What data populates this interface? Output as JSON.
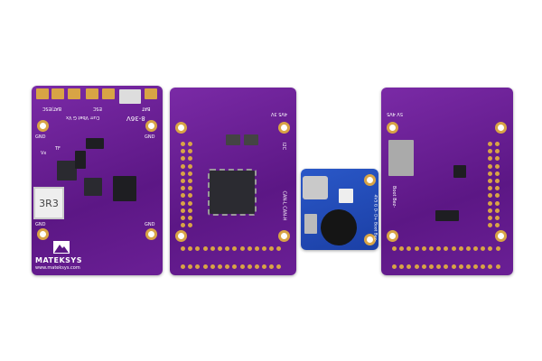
{
  "left_board": {
    "labels": {
      "bat_esc": "BAT/ESC",
      "esc": "ESC",
      "bat": "BAT",
      "voltage": "8-36V",
      "pads": "Curr Vbat G Vx",
      "tf": "TF",
      "vx": "Vx",
      "gnd": "GND",
      "inductor": "3R3"
    },
    "brand": "MATEKSYS",
    "url": "www.mateksys.com"
  },
  "middle_board": {
    "labels": {
      "can": "CAN-L CAN-H",
      "i2c": "I2C",
      "top": "4V5 3V"
    }
  },
  "usb_board": {
    "labels": {
      "pins": "4V5 G D- D+ Boot Bez-"
    }
  },
  "right_board": {
    "labels": {
      "top": "5V 4V5",
      "pins": "Boot Bez-"
    }
  },
  "colors": {
    "pcb_purple": "#6a1f95",
    "pcb_blue": "#1b3fa5",
    "pad_gold": "#d8a445"
  }
}
